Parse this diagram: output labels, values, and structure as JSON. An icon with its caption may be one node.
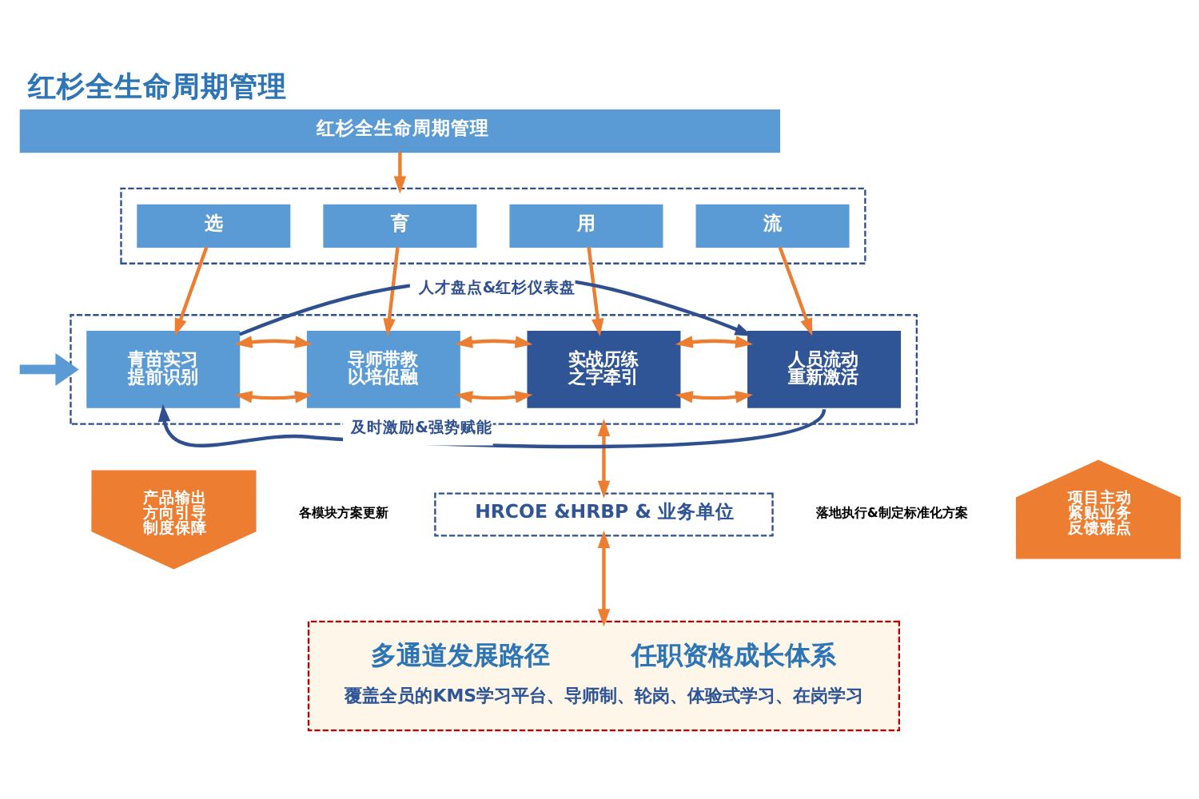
{
  "diagram": {
    "title": "红杉全生命周期管理",
    "nodes": [
      {
        "text": [
          "红杉全生命周期管理"
        ]
      },
      {
        "text": [],
        "shape": "box"
      },
      {
        "text": [
          "选"
        ],
        "in": 1
      },
      {
        "text": [
          "育"
        ],
        "in": 1
      },
      {
        "text": [
          "用"
        ],
        "in": 1
      },
      {
        "text": [
          "流"
        ],
        "in": 1
      },
      {
        "text": [],
        "shape": "box"
      },
      {
        "text": [
          "青苗实习提前识别"
        ],
        "in": 6
      },
      {
        "text": [
          "导师带教以培促融"
        ],
        "in": 6
      },
      {
        "text": [
          "实战历练之字牵引"
        ],
        "in": 6
      },
      {
        "text": [
          "人员流动重新激活"
        ],
        "in": 6
      },
      {
        "text": [
          "产品输出",
          "方向引导",
          "制度保障"
        ]
      },
      {
        "text": [
          "项目主动",
          "紧贴业务",
          "反馈难点"
        ]
      },
      {
        "text": [
          "HRCOE &HRBP & 业务单位"
        ]
      },
      {
        "text": [
          "多通道发展路径",
          "任职资格成长体系",
          "覆盖全员的KMS学习平台、导师制、轮岗、体验式学习、在岗学习"
        ]
      }
    ],
    "edges": [
      {
        "from": 0,
        "to": 1,
        "arrow": "to"
      },
      {
        "from": 2,
        "to": 7,
        "arrow": "to"
      },
      {
        "from": 3,
        "to": 8,
        "arrow": "to"
      },
      {
        "from": 4,
        "to": 9,
        "arrow": "to"
      },
      {
        "from": 5,
        "to": 10,
        "arrow": "to"
      },
      {
        "from": 7,
        "to": 8,
        "arrow": "both"
      },
      {
        "from": 7,
        "to": 8,
        "arrow": "both"
      },
      {
        "from": 8,
        "to": 9,
        "arrow": "both"
      },
      {
        "from": 8,
        "to": 9,
        "arrow": "both"
      },
      {
        "from": 9,
        "to": 10,
        "arrow": "both"
      },
      {
        "from": 9,
        "to": 10,
        "arrow": "both"
      },
      {
        "from": 7,
        "to": 10,
        "arrow": "to",
        "label": "人才盘点&红杉仪表盘",
        "color": "#2f4f8f"
      },
      {
        "from": 10,
        "to": 7,
        "arrow": "to",
        "label": "及时激励&强势赋能",
        "color": "#2f4f8f"
      },
      {
        "from": 6,
        "to": 13,
        "arrow": "both"
      },
      {
        "from": 13,
        "to": 14,
        "arrow": "both"
      },
      {
        "from": null,
        "to": 6,
        "arrow": "to",
        "style": "thick",
        "color": "#5b9bd5"
      }
    ],
    "labels": [
      "各模块方案更新",
      "落地执行&制定标准化方案"
    ]
  }
}
